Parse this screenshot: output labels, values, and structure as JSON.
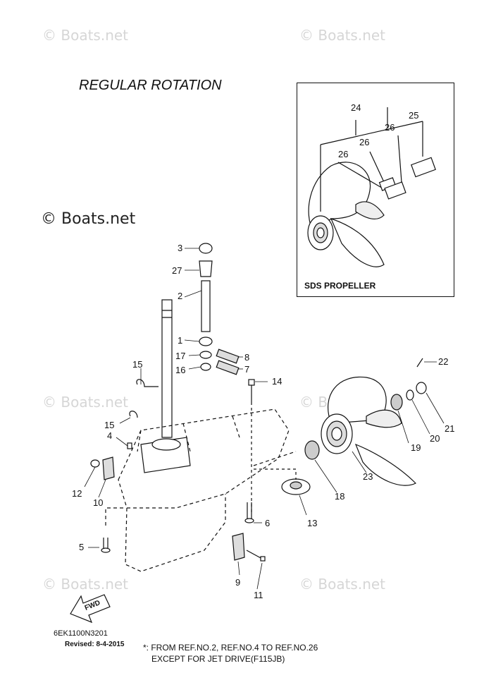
{
  "watermark": "© Boats.net",
  "title": "REGULAR ROTATION",
  "inset": {
    "label": "SDS PROPELLER"
  },
  "callouts": [
    "1",
    "2",
    "3",
    "4",
    "5",
    "6",
    "7",
    "8",
    "9",
    "10",
    "11",
    "12",
    "13",
    "14",
    "15",
    "15",
    "16",
    "17",
    "18",
    "19",
    "20",
    "21",
    "22",
    "23",
    "24",
    "25",
    "26",
    "26",
    "26",
    "27"
  ],
  "footer": {
    "code": "6EK1100N3201",
    "revised": "Revised: 8-4-2015",
    "fwd": "FWD",
    "note_line1": "*: FROM REF.NO.2, REF.NO.4 TO REF.NO.26",
    "note_line2": "EXCEPT FOR JET DRIVE(F115JB)"
  }
}
